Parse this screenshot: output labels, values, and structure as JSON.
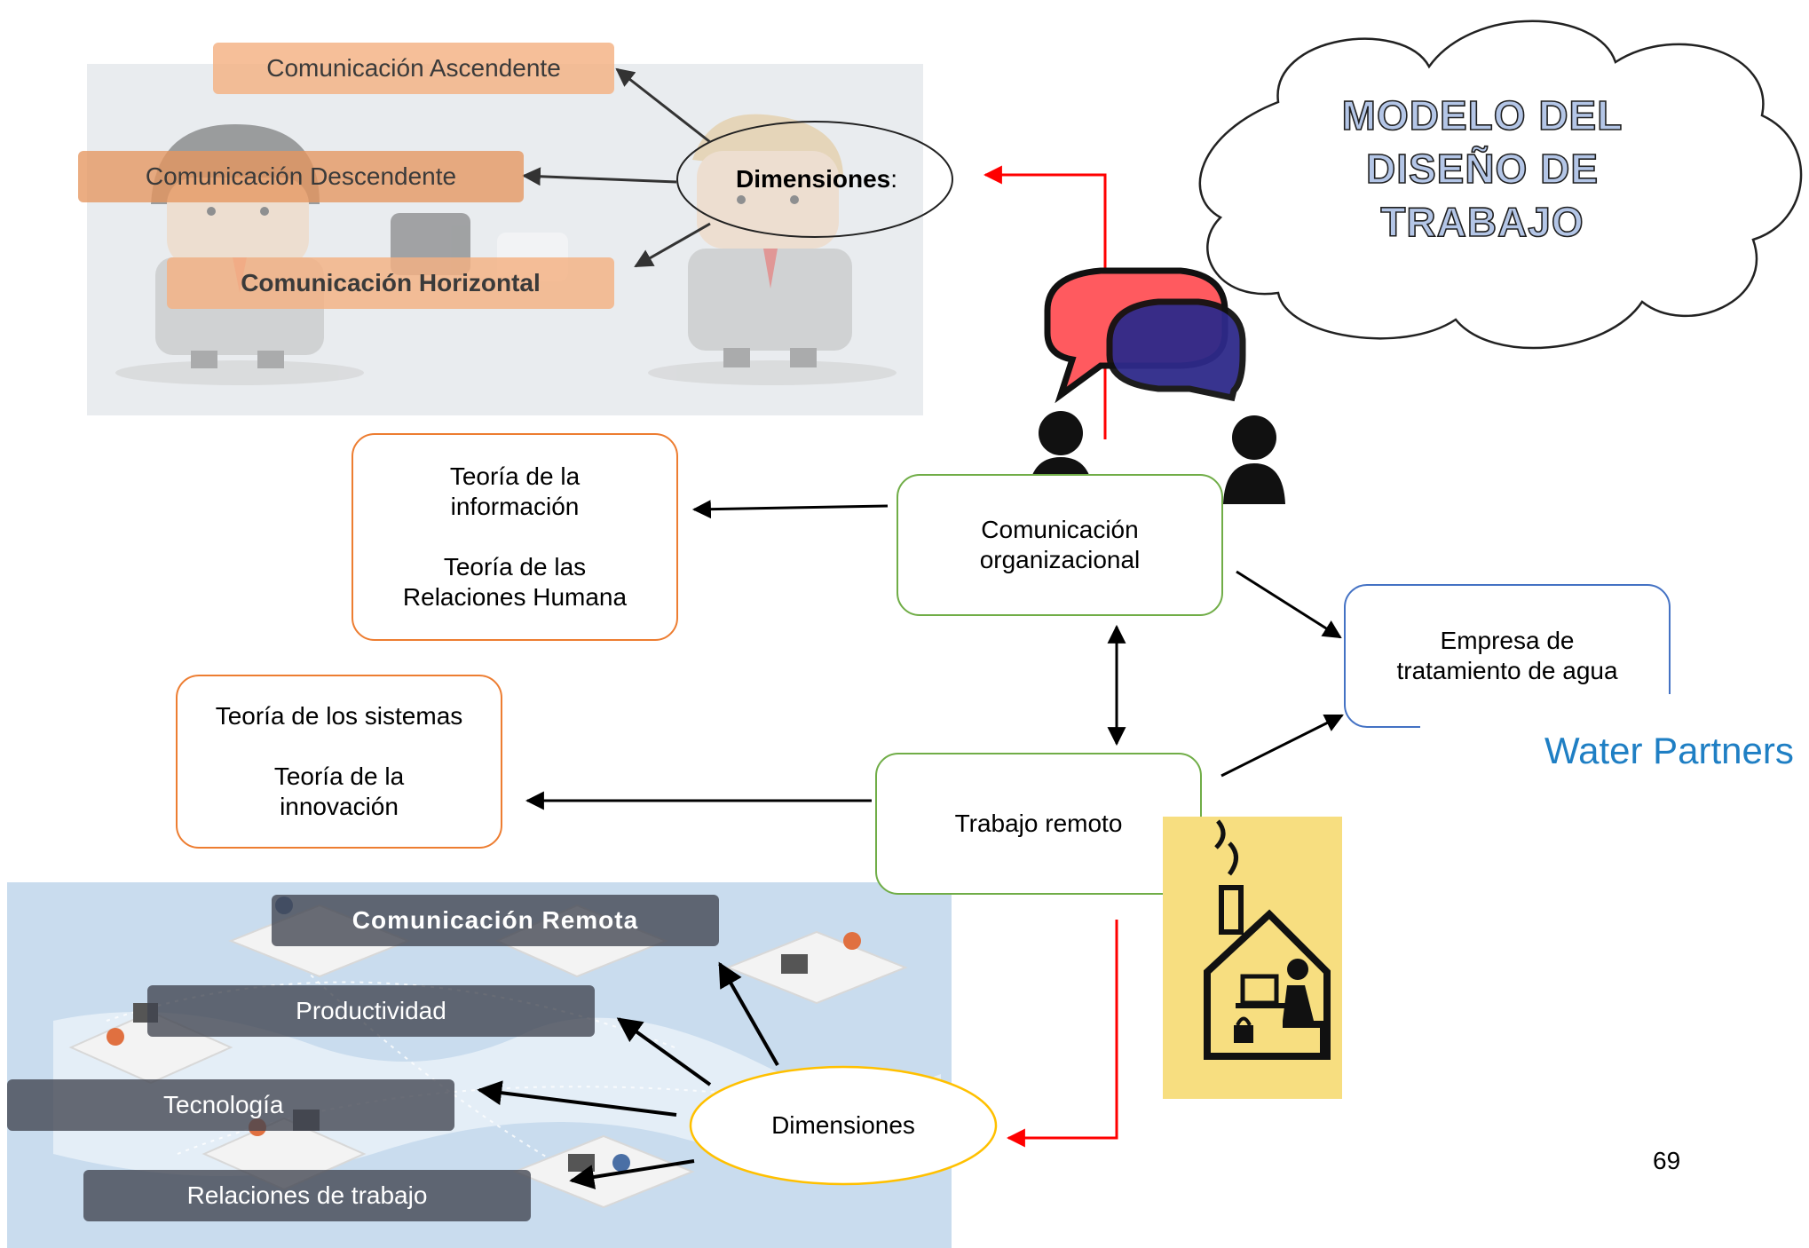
{
  "title": {
    "line1": "MODELO DEL",
    "line2": "DISEÑO DE",
    "line3": "TRABAJO"
  },
  "top_panel": {
    "comm_ascendente": "Comunicación Ascendente",
    "comm_descendente": "Comunicación Descendente",
    "comm_horizontal": "Comunicación Horizontal",
    "dimensiones_bold": "Dimensiones",
    "dimensiones_colon": ":"
  },
  "comunicacion_org": {
    "line1": "Comunicación",
    "line2": "organizacional"
  },
  "teorias_1": {
    "line1": "Teoría de la",
    "line2": "información",
    "line3": "Teoría de las",
    "line4": "Relaciones Humana"
  },
  "teorias_2": {
    "line1": "Teoría de los sistemas",
    "line2": "Teoría de la",
    "line3": "innovación"
  },
  "trabajo_remoto": "Trabajo remoto",
  "empresa": {
    "line1": "Empresa de",
    "line2": "tratamiento de agua"
  },
  "brand": {
    "name": "Water Partners"
  },
  "bottom_panel": {
    "comunicacion_remota": "Comunicación Remota",
    "productividad": "Productividad",
    "tecnologia": "Tecnología",
    "relaciones": "Relaciones de trabajo",
    "dimensiones": "Dimensiones"
  },
  "page_number": "69",
  "colors": {
    "green_border": "#70ad47",
    "orange_border": "#ed7d31",
    "blue_border": "#4472c4",
    "red_arrow": "#ff0000",
    "ellipse_yellow": "#ffc000",
    "bubble_red": "#ff5a5f",
    "bubble_navy": "#2e2a8a",
    "house_bg": "#f7de80",
    "brand_text": "#1f7fc4"
  }
}
